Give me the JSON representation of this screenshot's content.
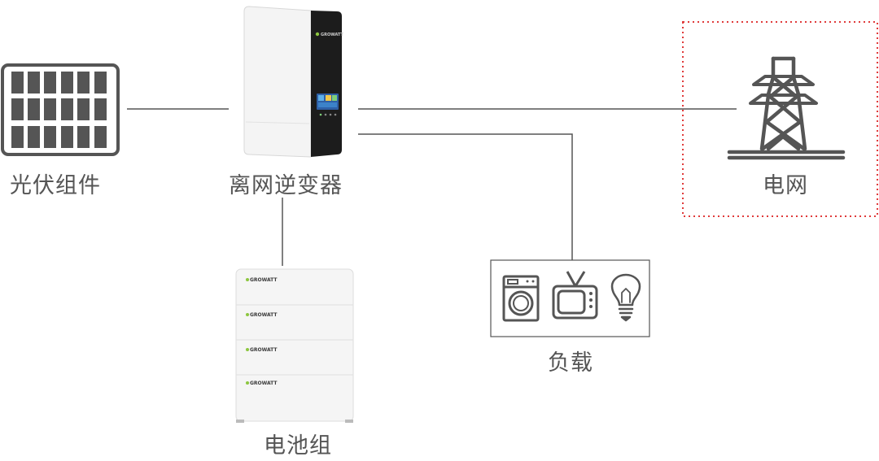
{
  "labels": {
    "solar": "光伏组件",
    "inverter": "离网逆变器",
    "grid": "电网",
    "load": "负载",
    "battery": "电池组"
  },
  "inverter_brand": "GROWATT",
  "battery_brand": "GROWATT",
  "icons": {
    "solar": "solar-panel-icon",
    "inverter": "inverter-icon",
    "grid": "power-tower-icon",
    "battery": "battery-stack-icon",
    "load_items": [
      "washing-machine-icon",
      "tv-icon",
      "light-bulb-icon"
    ]
  },
  "colors": {
    "line": "#555555",
    "icon": "#555555",
    "grid_border": "#e03a3a",
    "brand_green": "#8cc63f"
  }
}
